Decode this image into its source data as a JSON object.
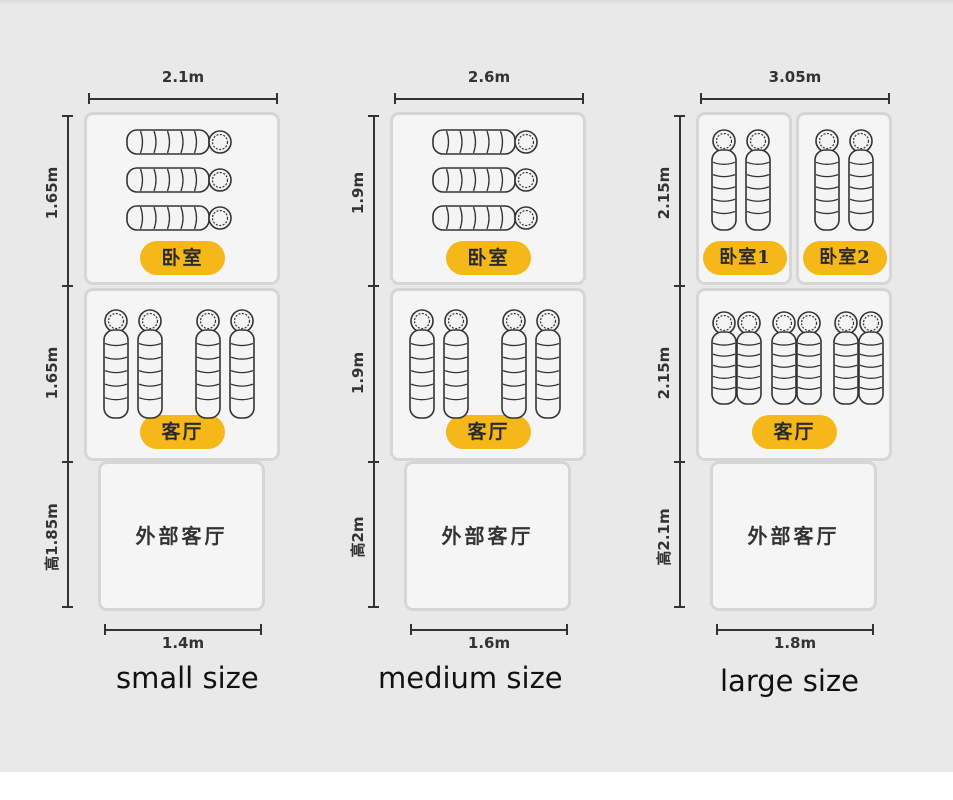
{
  "plans": [
    {
      "id": "small",
      "size_label": "small size",
      "width_label": "2.1m",
      "bedroom_height_label": "1.65m",
      "living_height_label": "1.65m",
      "exterior_height_label": "高1.85m",
      "exterior_width_label": "1.4m",
      "bedrooms": [
        {
          "label": "卧室",
          "bags": 3,
          "orientation": "horizontal"
        }
      ],
      "living_room": {
        "label": "客厅",
        "bags": 4
      },
      "exterior": {
        "label": "外部客厅"
      }
    },
    {
      "id": "medium",
      "size_label": "medium size",
      "width_label": "2.6m",
      "bedroom_height_label": "1.9m",
      "living_height_label": "1.9m",
      "exterior_height_label": "高2m",
      "exterior_width_label": "1.6m",
      "bedrooms": [
        {
          "label": "卧室",
          "bags": 3,
          "orientation": "horizontal"
        }
      ],
      "living_room": {
        "label": "客厅",
        "bags": 4
      },
      "exterior": {
        "label": "外部客厅"
      }
    },
    {
      "id": "large",
      "size_label": "large size",
      "width_label": "3.05m",
      "bedroom_height_label": "2.15m",
      "living_height_label": "2.15m",
      "exterior_height_label": "高2.1m",
      "exterior_width_label": "1.8m",
      "bedrooms": [
        {
          "label": "卧室1",
          "bags": 2,
          "orientation": "vertical"
        },
        {
          "label": "卧室2",
          "bags": 2,
          "orientation": "vertical"
        }
      ],
      "living_room": {
        "label": "客厅",
        "bags": 6
      },
      "exterior": {
        "label": "外部客厅"
      }
    }
  ],
  "colors": {
    "background": "#e9e9e9",
    "room_fill": "#f5f5f5",
    "badge": "#f6b818",
    "line": "#333333"
  }
}
